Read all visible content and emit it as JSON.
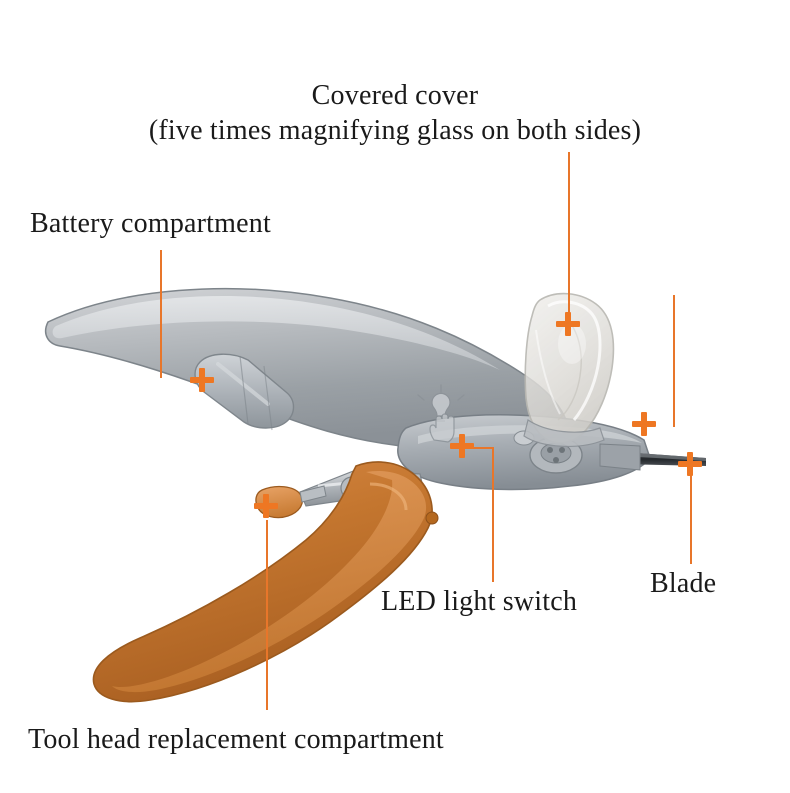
{
  "diagram": {
    "title_alt": "Pet nail clipper annotated parts diagram",
    "accent_color": "#ee7723",
    "text_color": "#1a1a1a",
    "background_color": "#ffffff",
    "labels": [
      {
        "id": "covered-cover",
        "line1": "Covered cover",
        "line2": "(five times magnifying glass on both sides)"
      },
      {
        "id": "battery-compartment",
        "line1": "Battery compartment"
      },
      {
        "id": "blade",
        "line1": "Blade"
      },
      {
        "id": "led-light-switch",
        "line1": "LED light switch"
      },
      {
        "id": "tool-head-replacement-compartment",
        "line1": "Tool head replacement compartment"
      }
    ],
    "markers": [
      {
        "id": "marker-covered-cover"
      },
      {
        "id": "marker-battery-compartment"
      },
      {
        "id": "marker-blade-upper"
      },
      {
        "id": "marker-blade-lower"
      },
      {
        "id": "marker-led-light-switch"
      },
      {
        "id": "marker-tool-head"
      }
    ]
  }
}
